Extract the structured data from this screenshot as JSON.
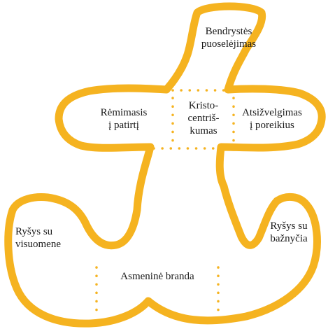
{
  "diagram": {
    "colors": {
      "outline": "#F5B320",
      "text": "#1a1a1a",
      "background": "#ffffff"
    },
    "labels": {
      "top": [
        "Bendrystės",
        "puoselėjimas"
      ],
      "left_arm": [
        "Rėmimasis",
        "į patirtį"
      ],
      "center": [
        "Kristo-",
        "centriš-",
        "kumas"
      ],
      "right_arm": [
        "Atsižvelgimas",
        "į poreikius"
      ],
      "left_lobe": [
        "Ryšys su",
        "visuomene"
      ],
      "right_lobe": [
        "Ryšys su",
        "bažnyčia"
      ],
      "bottom": "Asmeninė branda"
    }
  }
}
